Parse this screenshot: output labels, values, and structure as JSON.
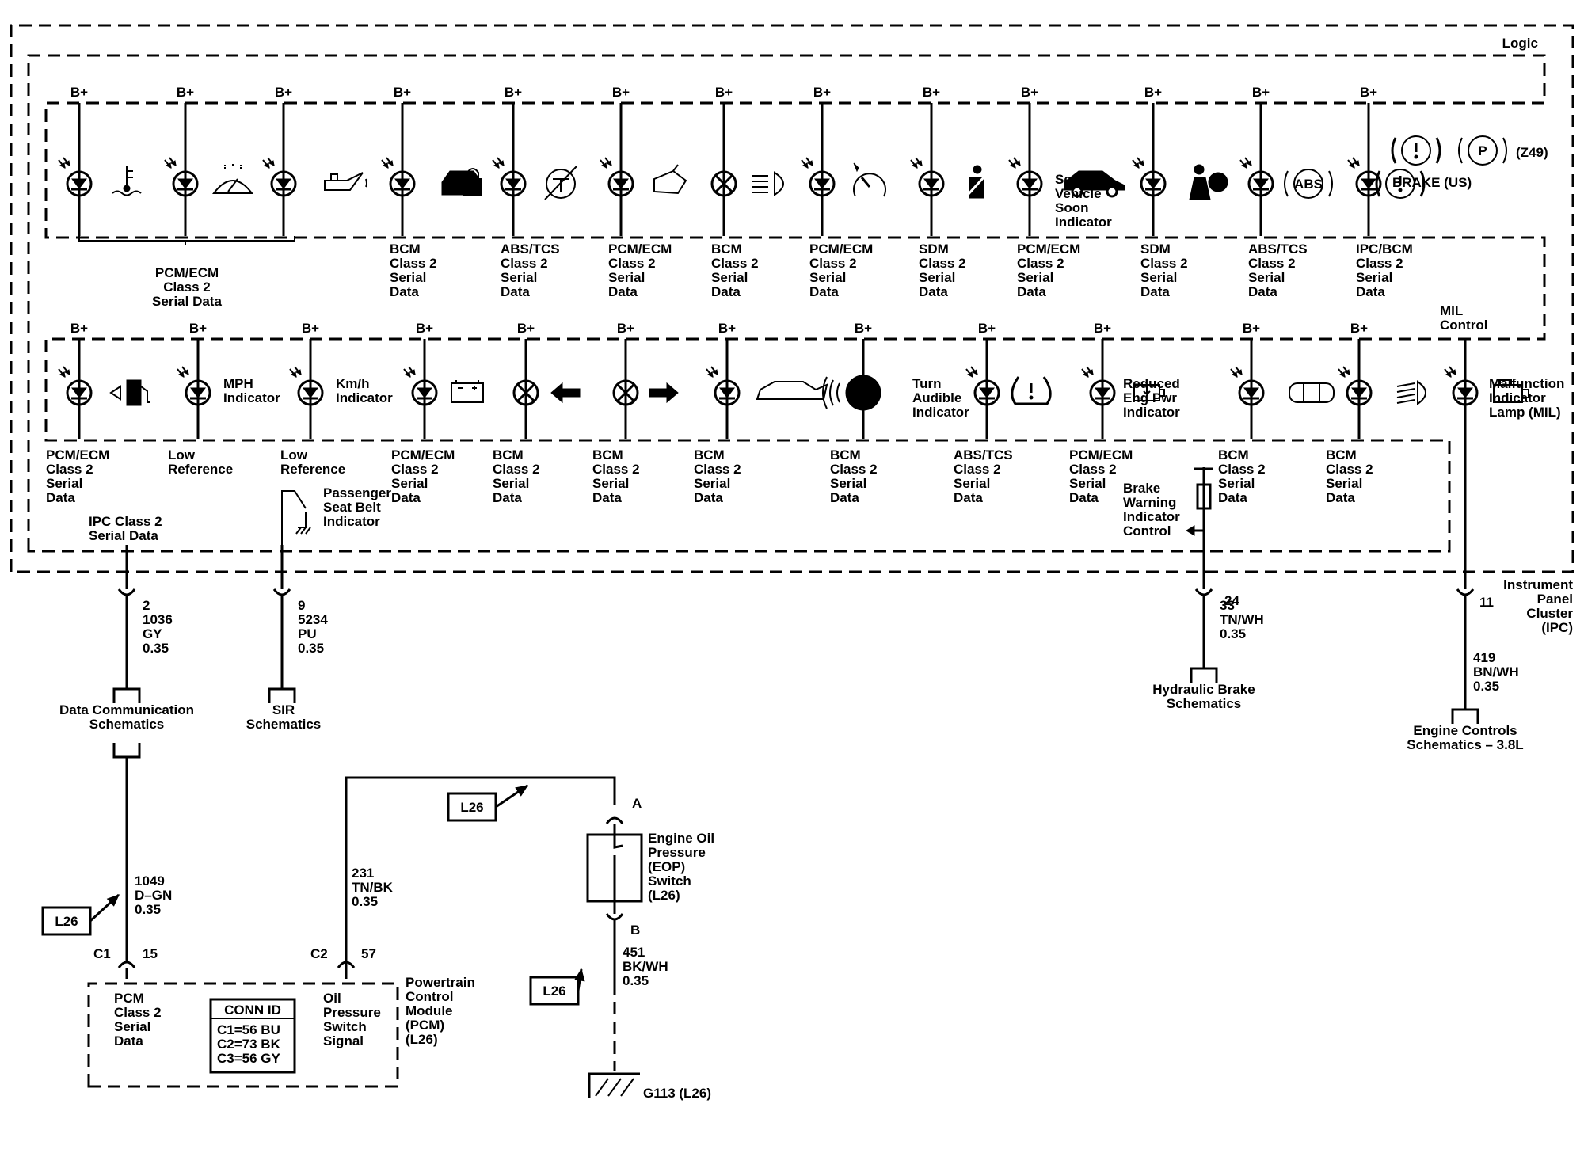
{
  "modules": {
    "logic": "Logic",
    "ipc": [
      "Instrument",
      "Panel",
      "Cluster",
      "(IPC)"
    ],
    "pcm": [
      "Powertrain",
      "Control",
      "Module",
      "(PCM)",
      "(L26)"
    ]
  },
  "row1": {
    "bplus": "B+",
    "lamps": [
      {
        "id": "coolant",
        "icon": "coolant-temp-icon"
      },
      {
        "id": "washer",
        "icon": "washer-fluid-icon"
      },
      {
        "id": "oil",
        "icon": "oil-can-icon"
      },
      {
        "id": "theft",
        "icon": "security-car-icon",
        "source": [
          "BCM",
          "Class 2",
          "Serial",
          "Data"
        ]
      },
      {
        "id": "traction-off",
        "icon": "traction-off-icon",
        "source": [
          "ABS/TCS",
          "Class 2",
          "Serial",
          "Data"
        ]
      },
      {
        "id": "fuel-cap",
        "icon": "fuel-cap-icon",
        "source": [
          "PCM/ECM",
          "Class 2",
          "Serial",
          "Data"
        ]
      },
      {
        "id": "high-beam",
        "icon": "high-beam-icon",
        "source": [
          "BCM",
          "Class 2",
          "Serial",
          "Data"
        ]
      },
      {
        "id": "cruise",
        "icon": "cruise-control-icon",
        "source": [
          "PCM/ECM",
          "Class 2",
          "Serial",
          "Data"
        ]
      },
      {
        "id": "seat-belt",
        "icon": "seat-belt-icon",
        "source": [
          "SDM",
          "Class 2",
          "Serial",
          "Data"
        ]
      },
      {
        "id": "service-vehicle",
        "icon": "service-vehicle-icon",
        "label": [
          "Service",
          "Vehicle",
          "Soon",
          "Indicator"
        ],
        "source": [
          "PCM/ECM",
          "Class 2",
          "Serial",
          "Data"
        ]
      },
      {
        "id": "airbag",
        "icon": "airbag-icon",
        "source": [
          "SDM",
          "Class 2",
          "Serial",
          "Data"
        ]
      },
      {
        "id": "abs",
        "icon": "abs-icon",
        "source": [
          "ABS/TCS",
          "Class 2",
          "Serial",
          "Data"
        ]
      },
      {
        "id": "brake",
        "icon": "brake-icon",
        "source": [
          "IPC/BCM",
          "Class 2",
          "Serial",
          "Data"
        ]
      }
    ],
    "shared_source": [
      "PCM/ECM",
      "Class 2",
      "Serial Data"
    ],
    "abs_text": "ABS",
    "brake_label": "BRAKE (US)",
    "brake_option": "(Z49)",
    "park_text": "P"
  },
  "row2": {
    "bplus": "B+",
    "mil_control": [
      "MIL",
      "Control"
    ],
    "lamps": [
      {
        "id": "low-fuel",
        "icon": "fuel-pump-icon",
        "source": [
          "PCM/ECM",
          "Class 2",
          "Serial",
          "Data"
        ]
      },
      {
        "id": "mph",
        "label": [
          "MPH",
          "Indicator"
        ],
        "source": [
          "Low",
          "Reference"
        ]
      },
      {
        "id": "kmh",
        "label": [
          "Km/h",
          "Indicator"
        ],
        "source": [
          "Low",
          "Reference"
        ]
      },
      {
        "id": "charge",
        "icon": "battery-icon",
        "source": [
          "PCM/ECM",
          "Class 2",
          "Serial",
          "Data"
        ]
      },
      {
        "id": "turn-left",
        "icon": "left-arrow-icon",
        "source": [
          "BCM",
          "Class 2",
          "Serial",
          "Data"
        ]
      },
      {
        "id": "turn-right",
        "icon": "right-arrow-icon",
        "source": [
          "BCM",
          "Class 2",
          "Serial",
          "Data"
        ]
      },
      {
        "id": "trunk-ajar",
        "icon": "trunk-open-icon",
        "source": [
          "BCM",
          "Class 2",
          "Serial",
          "Data"
        ]
      },
      {
        "id": "turn-audible",
        "icon": "speaker-icon",
        "label": [
          "Turn",
          "Audible",
          "Indicator"
        ],
        "source": [
          "BCM",
          "Class 2",
          "Serial",
          "Data"
        ]
      },
      {
        "id": "tire-pressure",
        "icon": "tire-pressure-icon",
        "source": [
          "ABS/TCS",
          "Class 2",
          "Serial",
          "Data"
        ]
      },
      {
        "id": "reduced-power",
        "icon": "reduced-power-icon",
        "label": [
          "Reduced",
          "Eng Pwr",
          "Indicator"
        ],
        "source": [
          "PCM/ECM",
          "Class 2",
          "Serial",
          "Data"
        ]
      },
      {
        "id": "door-ajar",
        "icon": "door-ajar-icon",
        "source": [
          "BCM",
          "Class 2",
          "Serial",
          "Data"
        ]
      },
      {
        "id": "fog-lamp",
        "icon": "fog-lamp-icon",
        "source": [
          "BCM",
          "Class 2",
          "Serial",
          "Data"
        ]
      },
      {
        "id": "mil",
        "icon": "check-engine-icon",
        "label": [
          "Malfunction",
          "Indicator",
          "Lamp (MIL)"
        ]
      }
    ]
  },
  "ipc_signals": {
    "serial_data": [
      "IPC Class 2",
      "Serial Data"
    ],
    "pass_seat_belt": [
      "Passenger",
      "Seat Belt",
      "Indicator"
    ],
    "brake_warning": [
      "Brake",
      "Warning",
      "Indicator",
      "Control"
    ]
  },
  "circuits": {
    "serial": {
      "pin": "2",
      "circuit": "1036",
      "color": "GY",
      "gauge": "0.35"
    },
    "sir": {
      "pin": "9",
      "circuit": "5234",
      "color": "PU",
      "gauge": "0.35"
    },
    "brake": {
      "pin": "24",
      "circuit": "33",
      "color": "TN/WH",
      "gauge": "0.35"
    },
    "mil": {
      "pin": "11",
      "circuit": "419",
      "color": "BN/WH",
      "gauge": "0.35"
    },
    "pcm_data": {
      "circuit": "1049",
      "color": "D–GN",
      "gauge": "0.35"
    },
    "oil_signal": {
      "circuit": "231",
      "color": "TN/BK",
      "gauge": "0.35"
    },
    "eop_ground": {
      "circuit": "451",
      "color": "BK/WH",
      "gauge": "0.35"
    }
  },
  "references": {
    "data_comm": [
      "Data Communication",
      "Schematics"
    ],
    "sir": [
      "SIR",
      "Schematics"
    ],
    "hydraulic_brake": [
      "Hydraulic Brake",
      "Schematics"
    ],
    "engine_controls": [
      "Engine Controls",
      "Schematics – 3.8L"
    ]
  },
  "option_tag": "L26",
  "eop": {
    "pin_a": "A",
    "pin_b": "B",
    "label": [
      "Engine Oil",
      "Pressure",
      "(EOP)",
      "Switch",
      "(L26)"
    ],
    "ground": "G113 (L26)"
  },
  "pcm": {
    "c1": "C1",
    "c1_pin": "15",
    "c2": "C2",
    "c2_pin": "57",
    "c1_label": [
      "PCM",
      "Class 2",
      "Serial",
      "Data"
    ],
    "c2_label": [
      "Oil",
      "Pressure",
      "Switch",
      "Signal"
    ],
    "conn_title": "CONN ID",
    "conn_list": [
      "C1=56 BU",
      "C2=73 BK",
      "C3=56 GY"
    ]
  }
}
